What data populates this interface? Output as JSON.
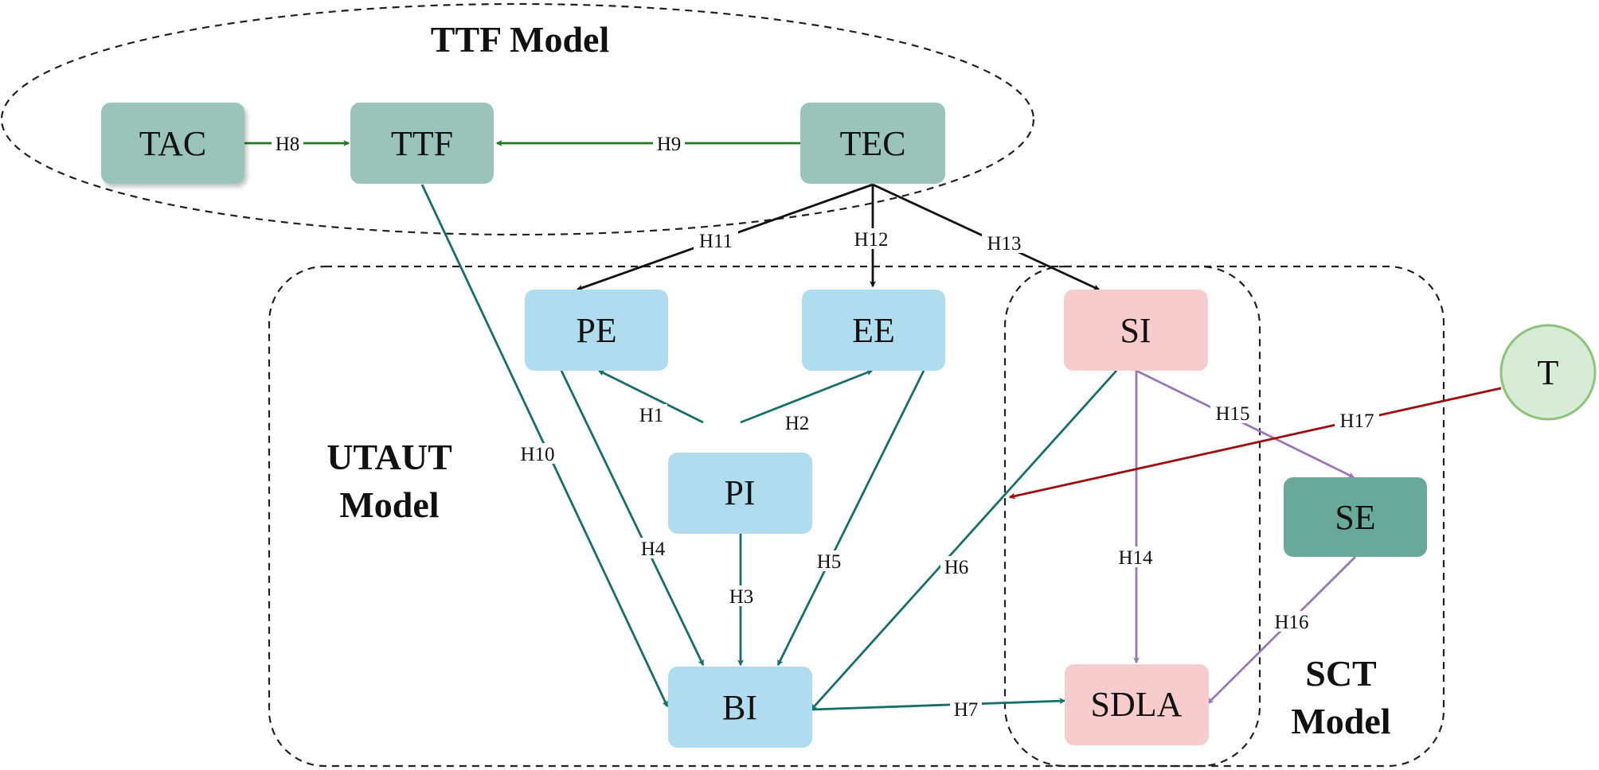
{
  "groups": {
    "ttf": {
      "title": "TTF Model"
    },
    "utaut": {
      "title_line1": "UTAUT",
      "title_line2": "Model"
    },
    "sct": {
      "title_line1": "SCT",
      "title_line2": "Model"
    }
  },
  "nodes": {
    "TAC": {
      "label": "TAC",
      "fill": "#9ac4ba"
    },
    "TTF": {
      "label": "TTF",
      "fill": "#9ac4ba"
    },
    "TEC": {
      "label": "TEC",
      "fill": "#9ac4ba"
    },
    "PE": {
      "label": "PE",
      "fill": "#b0dcef"
    },
    "EE": {
      "label": "EE",
      "fill": "#b0dcef"
    },
    "PI": {
      "label": "PI",
      "fill": "#b0dcef"
    },
    "BI": {
      "label": "BI",
      "fill": "#b0dcef"
    },
    "SI": {
      "label": "SI",
      "fill": "#f6cccc"
    },
    "SDLA": {
      "label": "SDLA",
      "fill": "#f6cccc"
    },
    "SE": {
      "label": "SE",
      "fill": "#68a99b"
    },
    "T": {
      "label": "T",
      "fill": "#d8ebd6",
      "stroke": "#8cc47a"
    }
  },
  "edges": [
    {
      "id": "H1",
      "label": "H1",
      "from": "PI",
      "to": "PE",
      "color": "#176f6b"
    },
    {
      "id": "H2",
      "label": "H2",
      "from": "PI",
      "to": "EE",
      "color": "#176f6b"
    },
    {
      "id": "H3",
      "label": "H3",
      "from": "PI",
      "to": "BI",
      "color": "#176f6b"
    },
    {
      "id": "H4",
      "label": "H4",
      "from": "PE",
      "to": "BI",
      "color": "#176f6b"
    },
    {
      "id": "H5",
      "label": "H5",
      "from": "EE",
      "to": "BI",
      "color": "#176f6b"
    },
    {
      "id": "H6",
      "label": "H6",
      "from": "SI",
      "to": "BI",
      "color": "#176f6b"
    },
    {
      "id": "H7",
      "label": "H7",
      "from": "BI",
      "to": "SDLA",
      "color": "#176f6b"
    },
    {
      "id": "H8",
      "label": "H8",
      "from": "TAC",
      "to": "TTF",
      "color": "#1f7a1f"
    },
    {
      "id": "H9",
      "label": "H9",
      "from": "TEC",
      "to": "TTF",
      "color": "#1f7a1f"
    },
    {
      "id": "H10",
      "label": "H10",
      "from": "TTF",
      "to": "BI",
      "color": "#176f6b"
    },
    {
      "id": "H11",
      "label": "H11",
      "from": "TEC",
      "to": "PE",
      "color": "#111111"
    },
    {
      "id": "H12",
      "label": "H12",
      "from": "TEC",
      "to": "EE",
      "color": "#111111"
    },
    {
      "id": "H13",
      "label": "H13",
      "from": "TEC",
      "to": "SI",
      "color": "#111111"
    },
    {
      "id": "H14",
      "label": "H14",
      "from": "SI",
      "to": "SDLA",
      "color": "#9b77b8"
    },
    {
      "id": "H15",
      "label": "H15",
      "from": "SI",
      "to": "SE",
      "color": "#9b77b8"
    },
    {
      "id": "H16",
      "label": "H16",
      "from": "SE",
      "to": "SDLA",
      "color": "#9b77b8"
    },
    {
      "id": "H17",
      "label": "H17",
      "from": "T",
      "to": "H6",
      "color": "#a00d0d"
    }
  ]
}
